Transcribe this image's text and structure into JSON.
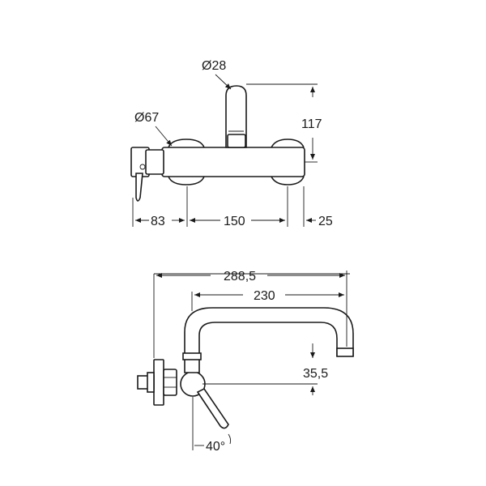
{
  "front_view": {
    "dimensions": {
      "spout_diameter": "Ø28",
      "body_diameter": "Ø67",
      "spout_height": "117",
      "handle_offset": "83",
      "centers": "150",
      "right_offset": "25"
    }
  },
  "side_view": {
    "dimensions": {
      "total_reach": "288,5",
      "spout_reach": "230",
      "outlet_height": "35,5",
      "lever_angle": "40°"
    }
  },
  "colors": {
    "line": "#1a1a1a",
    "background": "#ffffff"
  }
}
